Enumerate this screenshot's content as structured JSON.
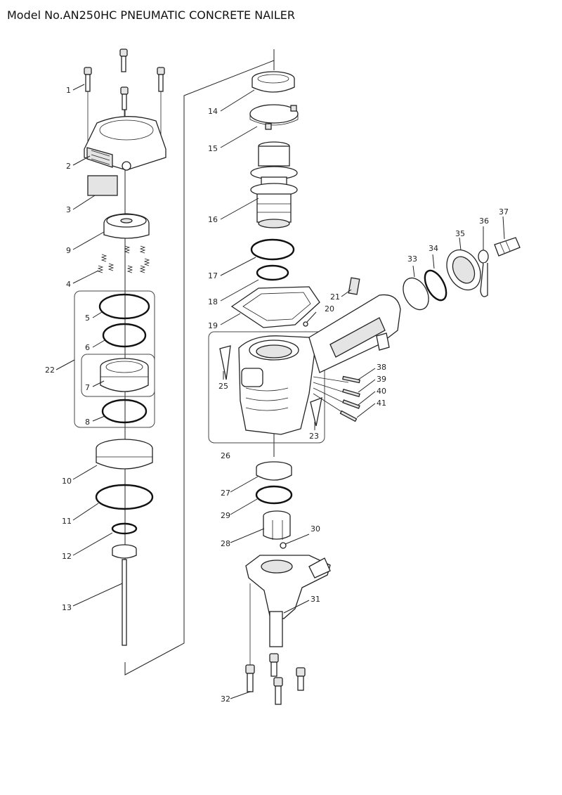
{
  "page": {
    "title": "Model No.AN250HC PNEUMATIC CONCRETE NAILER"
  },
  "callouts": [
    "1",
    "2",
    "3",
    "4",
    "5",
    "6",
    "7",
    "8",
    "9",
    "10",
    "11",
    "12",
    "13",
    "14",
    "15",
    "16",
    "17",
    "18",
    "19",
    "20",
    "21",
    "22",
    "23",
    "25",
    "26",
    "27",
    "28",
    "29",
    "30",
    "31",
    "32",
    "33",
    "34",
    "35",
    "36",
    "37",
    "38",
    "39",
    "40",
    "41"
  ]
}
